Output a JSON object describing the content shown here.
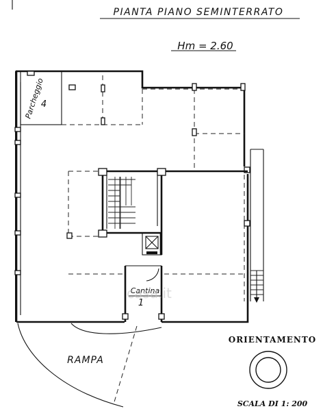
{
  "title": "PIANTA PIANO SEMINTERRATO",
  "height_label": "Hm = 2.60",
  "rooms": {
    "parking_label": "Parcheggio",
    "parking_number": "4",
    "cellar_label": "Cantina",
    "cellar_number": "1"
  },
  "ramp_label": "RAMPA",
  "orientation_label": "ORIENTAMENTO",
  "scale_label": "SCALA DI 1: 200",
  "watermark": "casa.it"
}
